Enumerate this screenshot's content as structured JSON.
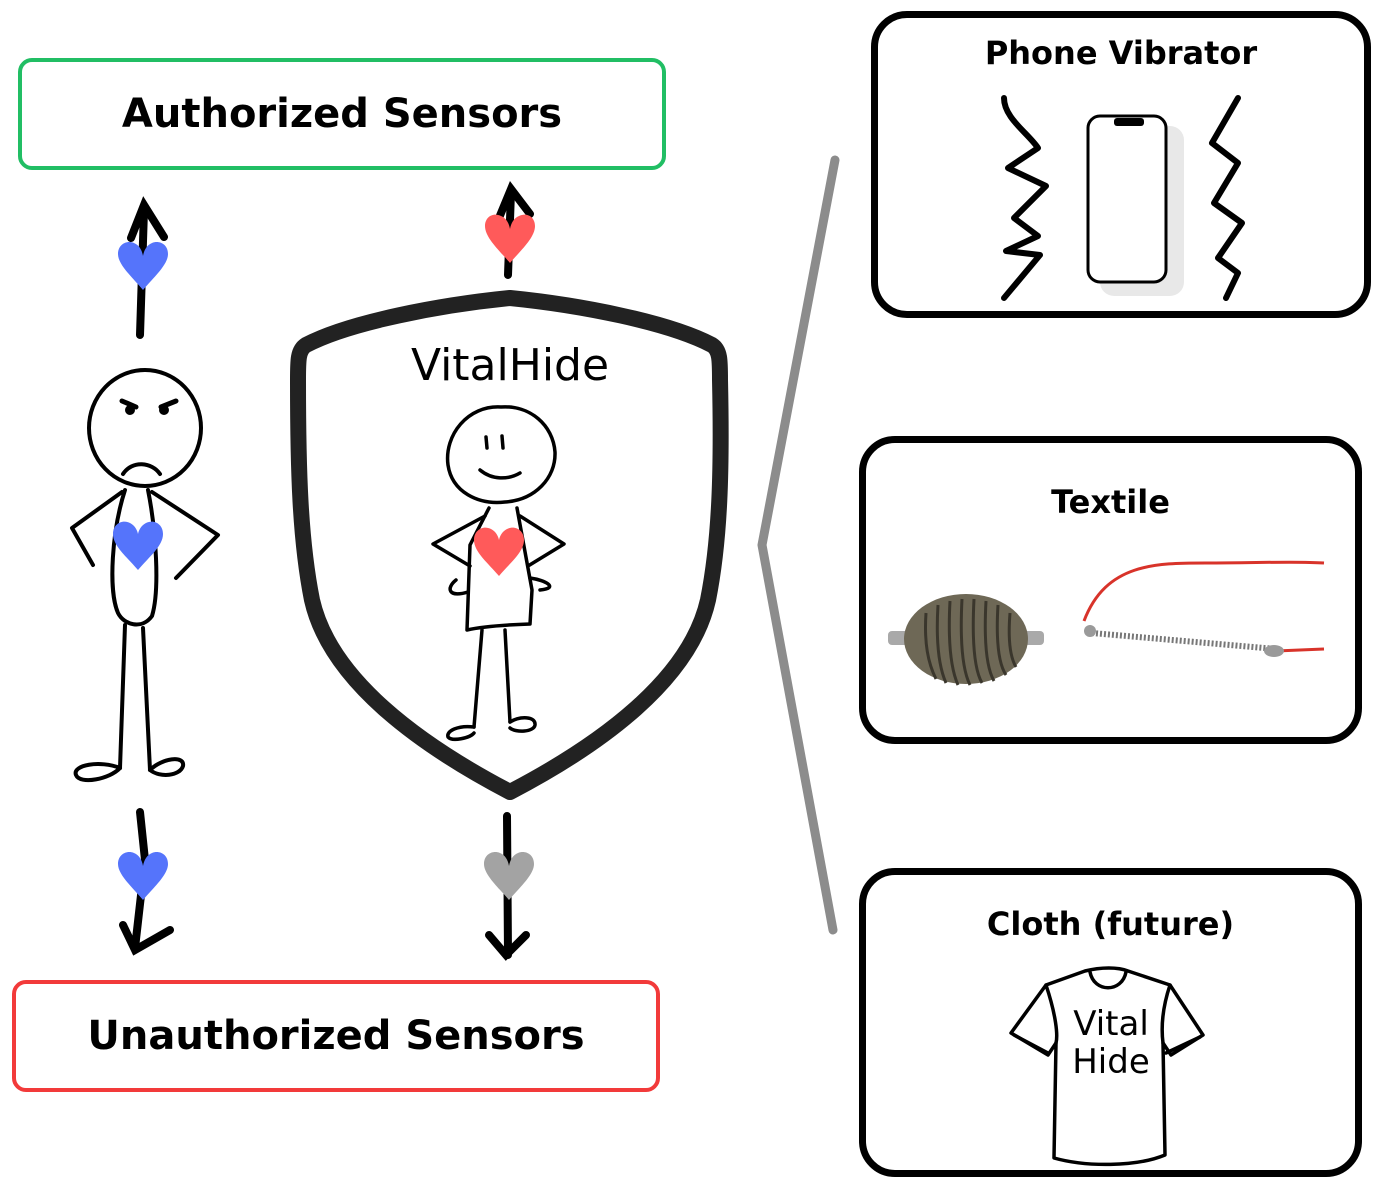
{
  "authorized_box": {
    "label": "Authorized Sensors",
    "border_color": "#21BE64"
  },
  "unauthorized_box": {
    "label": "Unauthorized Sensors",
    "border_color": "#F23A3A"
  },
  "shield": {
    "label": "VitalHide"
  },
  "hearts": {
    "unprotected_color": "#5574FB",
    "protected_color": "#FF5A5A",
    "obfuscated_color": "#A3A3A3"
  },
  "cards": [
    {
      "title": "Phone Vibrator",
      "illustration": "phone-vibrating-icon"
    },
    {
      "title": "Textile",
      "illustration": "textile-electrode-photo"
    },
    {
      "title": "Cloth (future)",
      "illustration": "t-shirt-icon",
      "shirt_text_line1": "Vital",
      "shirt_text_line2": "Hide"
    }
  ],
  "bracket_color": "#8C8C8C"
}
